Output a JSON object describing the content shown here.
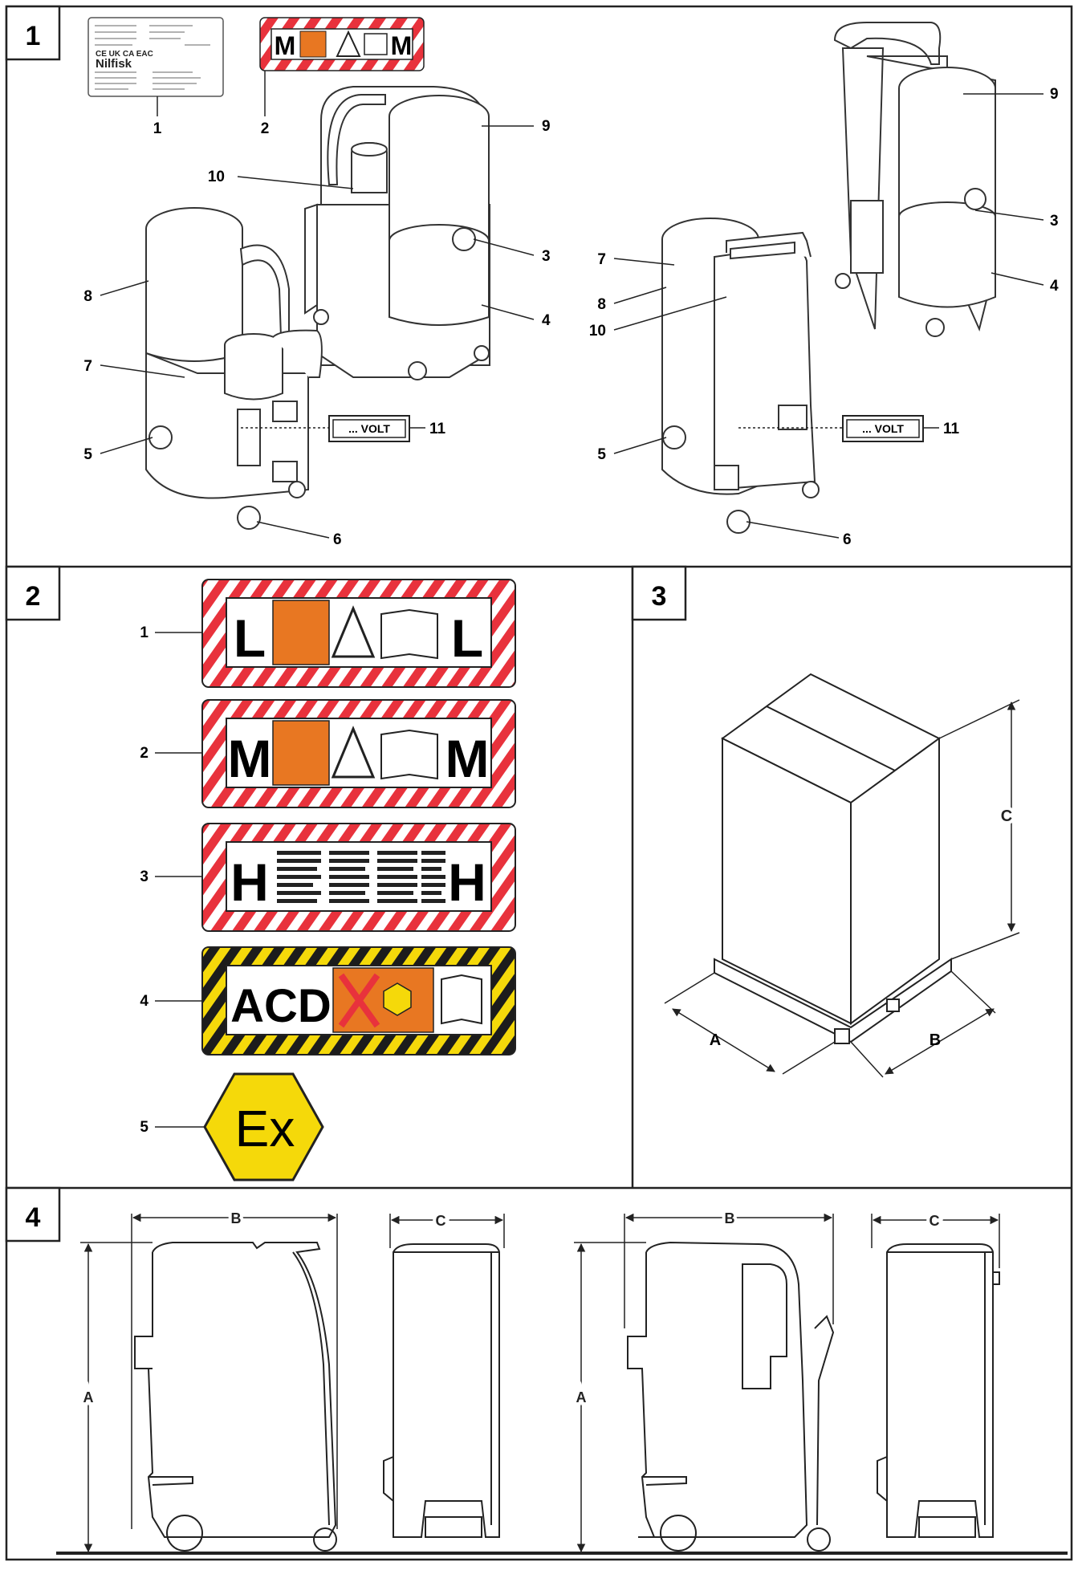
{
  "panels": [
    {
      "id": "panel-1",
      "number": "1"
    },
    {
      "id": "panel-2",
      "number": "2"
    },
    {
      "id": "panel-3",
      "number": "3"
    },
    {
      "id": "panel-4",
      "number": "4"
    }
  ],
  "panel1": {
    "callouts": [
      "1",
      "2",
      "3",
      "4",
      "5",
      "6",
      "7",
      "8",
      "9",
      "10",
      "11"
    ],
    "volt_label": "... VOLT",
    "rating_plate": {
      "brand": "Nilfisk",
      "marks": "CE UK CA EAC"
    },
    "dust_class_label": {
      "left": "M",
      "right": "M"
    }
  },
  "panel2": {
    "labels": [
      {
        "number": "1",
        "left": "L",
        "right": "L",
        "stripe": "red"
      },
      {
        "number": "2",
        "left": "M",
        "right": "M",
        "stripe": "red"
      },
      {
        "number": "3",
        "left": "H",
        "right": "H",
        "stripe": "red"
      },
      {
        "number": "4",
        "left": "ACD",
        "right": "",
        "stripe": "yellow"
      },
      {
        "number": "5",
        "left": "Ex",
        "right": "",
        "stripe": "hexagon"
      }
    ]
  },
  "panel3": {
    "dims": {
      "a": "A",
      "b": "B",
      "c": "C"
    }
  },
  "panel4": {
    "dims": {
      "a": "A",
      "b": "B",
      "c": "C"
    }
  },
  "colors": {
    "red_stripe": "#e8323c",
    "yellow_stripe": "#f5d90a",
    "hazard_orange": "#e87722",
    "ex_yellow": "#f5d90a",
    "line": "#222222"
  }
}
